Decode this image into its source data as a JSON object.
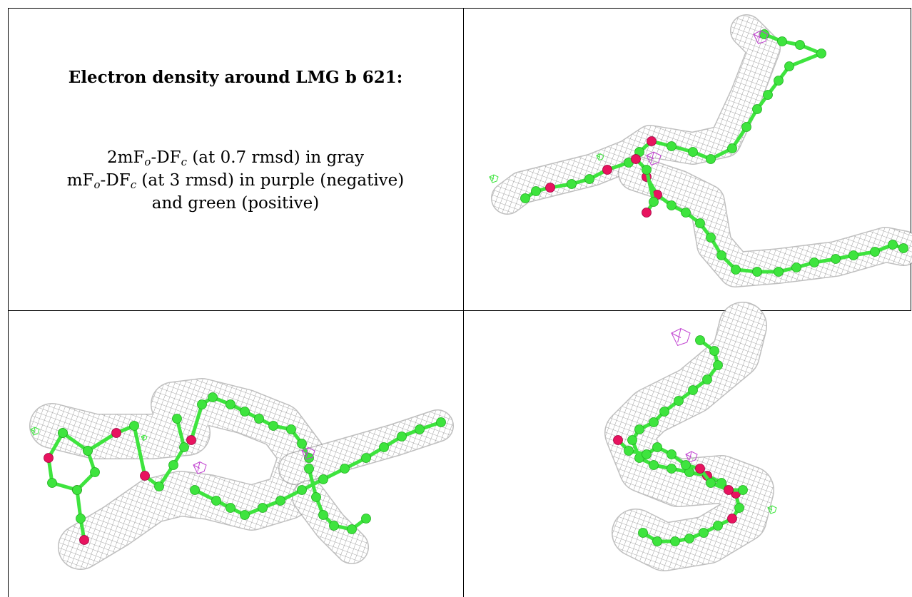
{
  "caption": {
    "title": "Electron density around LMG b 621:",
    "line1_pre": "2mF",
    "line1_sub1": "o",
    "line1_mid": "-DF",
    "line1_sub2": "c",
    "line1_post": " (at 0.7 rmsd) in gray",
    "line2_pre": "mF",
    "line2_sub1": "o",
    "line2_mid": "-DF",
    "line2_sub2": "c",
    "line2_post": " (at 3 rmsd) in purple (negative)",
    "line3": "and green (positive)"
  },
  "colors": {
    "carbon": "#3ee43e",
    "oxygen": "#e8135f",
    "mesh": "#8a8a8a",
    "negative_density": "#c040d0",
    "positive_density": "#3ee43e",
    "border": "#000000"
  },
  "panels": [
    {
      "name": "caption-panel"
    },
    {
      "name": "view-top-right"
    },
    {
      "name": "view-bottom-left"
    },
    {
      "name": "view-bottom-right"
    }
  ]
}
